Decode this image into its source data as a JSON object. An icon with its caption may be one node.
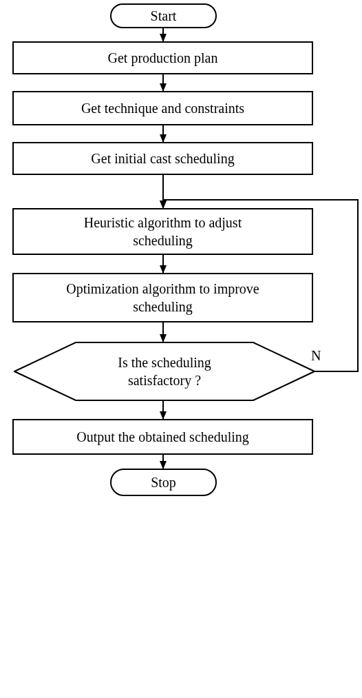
{
  "diagram": {
    "nodes": [
      {
        "text": [
          "Start"
        ]
      },
      {
        "text": [
          "Get production plan"
        ]
      },
      {
        "text": [
          "Get technique and constraints"
        ]
      },
      {
        "text": [
          "Get initial cast scheduling"
        ]
      },
      {
        "text": [
          "Heuristic algorithm to adjust scheduling"
        ]
      },
      {
        "text": [
          "Optimization algorithm to improve scheduling"
        ]
      },
      {
        "text": [
          "Is the scheduling satisfactory ?"
        ]
      },
      {
        "text": [
          "Output the obtained scheduling"
        ]
      },
      {
        "text": [
          "Stop"
        ]
      }
    ],
    "edges": [
      {
        "from": 0,
        "to": 1,
        "arrow": "to"
      },
      {
        "from": 1,
        "to": 2,
        "arrow": "to"
      },
      {
        "from": 2,
        "to": 3,
        "arrow": "to"
      },
      {
        "from": 3,
        "to": 4,
        "arrow": "to"
      },
      {
        "from": 4,
        "to": 5,
        "arrow": "to"
      },
      {
        "from": 5,
        "to": 6,
        "arrow": "to"
      },
      {
        "from": 6,
        "to": 4,
        "arrow": "to",
        "label": "N"
      },
      {
        "from": 6,
        "to": 7,
        "arrow": "to"
      },
      {
        "from": 7,
        "to": 8,
        "arrow": "to"
      }
    ]
  }
}
